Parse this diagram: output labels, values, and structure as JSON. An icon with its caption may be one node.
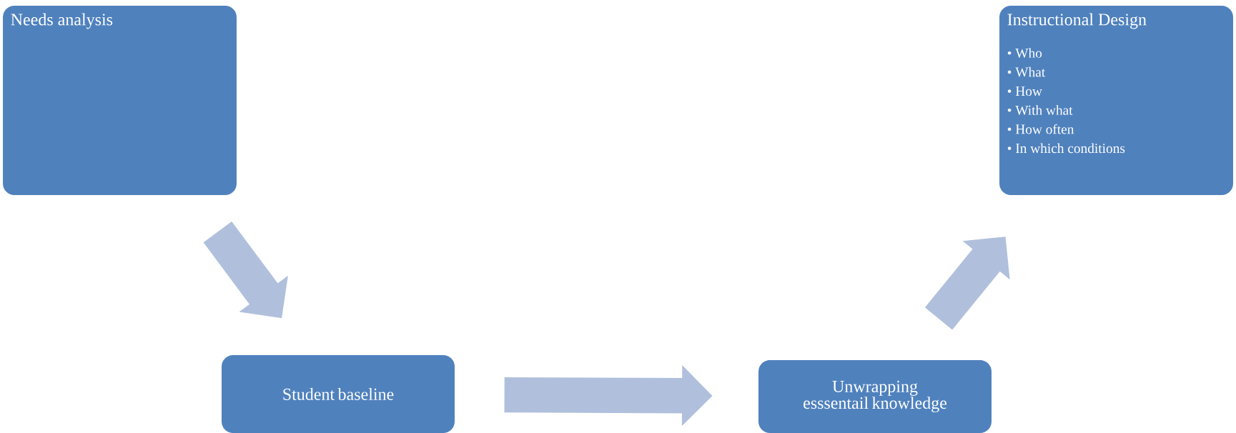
{
  "diagram": {
    "nodes": [
      {
        "text": [
          "Needs analysis"
        ]
      },
      {
        "text": [
          "Student baseline"
        ]
      },
      {
        "text": [
          "Unwrapping esssentail knowledge"
        ]
      },
      {
        "text": [
          "Instructional Design",
          "• Who",
          "• What",
          "• How",
          "• With what",
          "• How often",
          "• In which conditions"
        ]
      }
    ],
    "edges": [
      {
        "from": 0,
        "to": 1,
        "arrow": "to"
      },
      {
        "from": 1,
        "to": 2,
        "arrow": "to"
      },
      {
        "from": 2,
        "to": 3,
        "arrow": "to"
      }
    ]
  }
}
